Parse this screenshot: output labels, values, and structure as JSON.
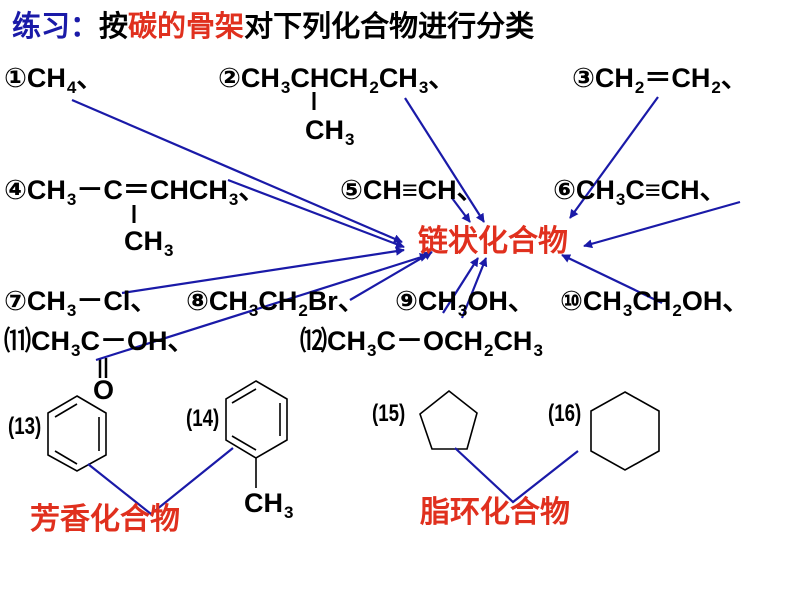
{
  "header": {
    "label": "练习",
    "colon": "：",
    "prefix": "按",
    "highlight": "碳的骨架",
    "suffix": "对下列化合物进行分类"
  },
  "compounds": {
    "c1": {
      "num": "①",
      "a": "CH",
      "s4": "4",
      "sep": "、"
    },
    "c2": {
      "num": "②",
      "a": "CH",
      "s1": "3",
      "b": "CHCH",
      "s2": "2",
      "c": "CH",
      "s3": "3",
      "sep": "、",
      "branch": "CH",
      "branch_sub": "3"
    },
    "c3": {
      "num": "③",
      "a": "CH",
      "s1": "2",
      "b": "＝CH",
      "s2": "2",
      "sep": "、"
    },
    "c4": {
      "num": "④",
      "a": "CH",
      "s1": "3",
      "b": "－C＝CHCH",
      "s2": "3",
      "sep": "、",
      "branch": "CH",
      "branch_sub": "3"
    },
    "c5": {
      "num": "⑤",
      "a": "CH≡CH",
      "sep": "、"
    },
    "c6": {
      "num": "⑥",
      "a": "CH",
      "s1": "3",
      "b": "C≡CH",
      "sep": "、"
    },
    "c7": {
      "num": "⑦",
      "a": "CH",
      "s1": "3",
      "b": "－Cl",
      "sep": "、"
    },
    "c8": {
      "num": "⑧",
      "a": "CH",
      "s1": "3",
      "b": "CH",
      "s2": "2",
      "c": "Br",
      "sep": "、"
    },
    "c9": {
      "num": "⑨",
      "a": "CH",
      "s1": "3",
      "b": "OH",
      "sep": "、"
    },
    "c10": {
      "num": "⑩",
      "a": "CH",
      "s1": "3",
      "b": "CH",
      "s2": "2",
      "c": "OH",
      "sep": "、"
    },
    "c11": {
      "num": "⑾",
      "a": "CH",
      "s1": "3",
      "b": "C－OH",
      "sep": "、",
      "carbonyl_o": "O"
    },
    "c12": {
      "num": "⑿",
      "a": "CH",
      "s1": "3",
      "b": "C－OCH",
      "s2": "2",
      "c": "CH",
      "s3": "3"
    },
    "c13": {
      "num": "(13)"
    },
    "c14": {
      "num": "(14)",
      "sub_a": "CH",
      "sub_b": "3"
    },
    "c15": {
      "num": "(15)"
    },
    "c16": {
      "num": "(16)"
    }
  },
  "categories": {
    "chain": "链状化合物",
    "aromatic": "芳香化合物",
    "alicyclic": "脂环化合物"
  },
  "colors": {
    "arrow": "#1a1aa8",
    "category": "#e0301e",
    "header_label": "#1a1aa8",
    "text": "#000000"
  }
}
